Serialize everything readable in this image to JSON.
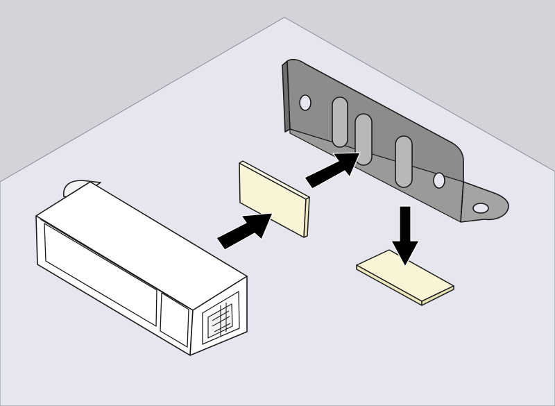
{
  "diagram": {
    "kind": "exploded-assembly-illustration",
    "parts": [
      {
        "id": "latch-body",
        "icon": "magnetic-latch-icon",
        "color": "#ffffff"
      },
      {
        "id": "adhesive-pad-vertical",
        "icon": "adhesive-pad-icon",
        "color": "#f7f5d6"
      },
      {
        "id": "strike-plate",
        "icon": "slotted-metal-plate-icon",
        "color": "#8c8c8c"
      },
      {
        "id": "adhesive-pad-horizontal",
        "icon": "adhesive-pad-icon",
        "color": "#f7f5d6"
      }
    ],
    "arrows": [
      {
        "id": "arrow-pad-to-latch",
        "direction": "down-left"
      },
      {
        "id": "arrow-plate-to-pad",
        "direction": "down-left"
      },
      {
        "id": "arrow-plate-to-floor-pad",
        "direction": "down"
      }
    ],
    "colors": {
      "wall": "#d3d4da",
      "floor": "#e5e6ee",
      "outline": "#1a1a1a",
      "arrow": "#000000"
    }
  }
}
